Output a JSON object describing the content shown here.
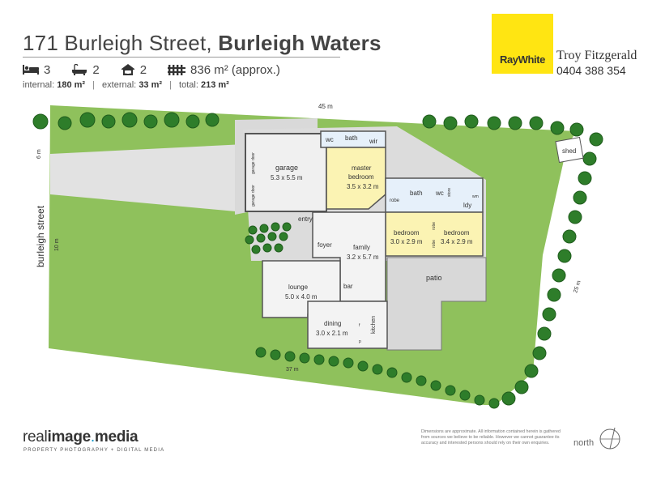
{
  "header": {
    "street": "171 Burleigh Street,",
    "suburb": "Burleigh Waters"
  },
  "features": {
    "bedrooms": "3",
    "bathrooms": "2",
    "cars": "2",
    "land": "836 m² (approx.)",
    "icons": [
      "bed-icon",
      "bath-icon",
      "car-icon",
      "fence-icon"
    ]
  },
  "areas": {
    "internal_label": "internal:",
    "internal": "180 m²",
    "external_label": "external:",
    "external": "33 m²",
    "total_label": "total:",
    "total": "213 m²"
  },
  "agency": {
    "brand": "RayWhite",
    "brand_color": "#ffe512",
    "agent": "Troy Fitzgerald",
    "phone": "0404 388 354"
  },
  "site": {
    "street_name": "burleigh street",
    "dimensions": {
      "top": "45 m",
      "left_small": "6 m",
      "left": "10 m",
      "right": "25 m",
      "bottom": "37 m"
    },
    "shed": "shed",
    "lawn_color": "#8fc15c",
    "driveway_color": "#e2e2e2"
  },
  "rooms": {
    "garage": {
      "name": "garage",
      "size": "5.3 x 5.5 m"
    },
    "garage_door_1": "garage door",
    "garage_door_2": "garage door",
    "wc1": "wc",
    "bath1": "bath",
    "wir": "wir",
    "master": {
      "name1": "master",
      "name2": "bedroom",
      "size": "3.5 x 3.2 m"
    },
    "robe1": "robe",
    "bath2": "bath",
    "wc2": "wc",
    "store": "store",
    "wm": "wm",
    "ldy": "ldy",
    "entry": "entry",
    "foyer": "foyer",
    "family": {
      "name": "family",
      "size": "3.2 x 5.7 m"
    },
    "bedroom2": {
      "name": "bedroom",
      "size": "3.0 x 2.9 m"
    },
    "robe2": "robe",
    "robe3": "robe",
    "bedroom3": {
      "name": "bedroom",
      "size": "3.4 x 2.9 m"
    },
    "patio": "patio",
    "lounge": {
      "name": "lounge",
      "size": "5.0 x 4.0 m"
    },
    "bar": "bar",
    "dining": {
      "name": "dining",
      "size": "3.0 x 2.1 m"
    },
    "kitchen": "kitchen",
    "fridge": "f",
    "pantry": "p"
  },
  "footer": {
    "brand_part1": "real",
    "brand_part2": "image",
    "brand_dot": ".",
    "brand_part3": "media",
    "tagline": "PROPERTY PHOTOGRAPHY + DIGITAL MEDIA",
    "disclaimer": "Dimensions are approximate. All information contained herein is gathered from sources we believe to be reliable. However we cannot guarantee its accuracy and interested persons should rely on their own enquiries.",
    "north": "north"
  }
}
